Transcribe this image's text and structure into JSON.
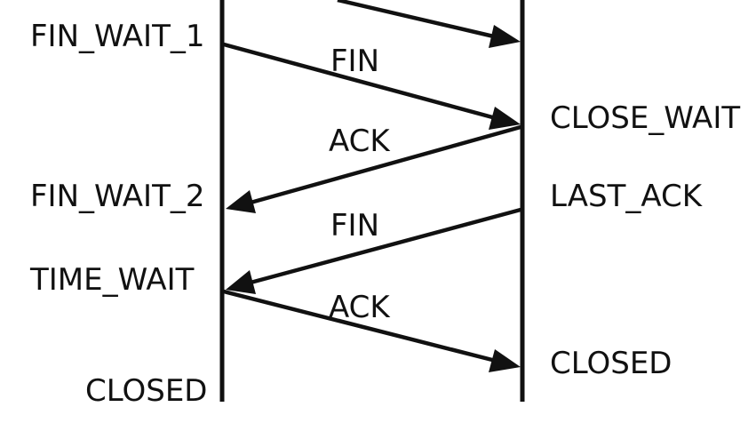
{
  "left_states": {
    "fin_wait_1": "FIN_WAIT_1",
    "fin_wait_2": "FIN_WAIT_2",
    "time_wait": "TIME_WAIT",
    "closed": "CLOSED"
  },
  "right_states": {
    "close_wait": "CLOSE_WAIT",
    "last_ack": "LAST_ACK",
    "closed": "CLOSED"
  },
  "messages": {
    "fin_1": "FIN",
    "ack_1": "ACK",
    "fin_2": "FIN",
    "ack_2": "ACK"
  },
  "colors": {
    "ink": "#111111",
    "background": "#ffffff"
  }
}
